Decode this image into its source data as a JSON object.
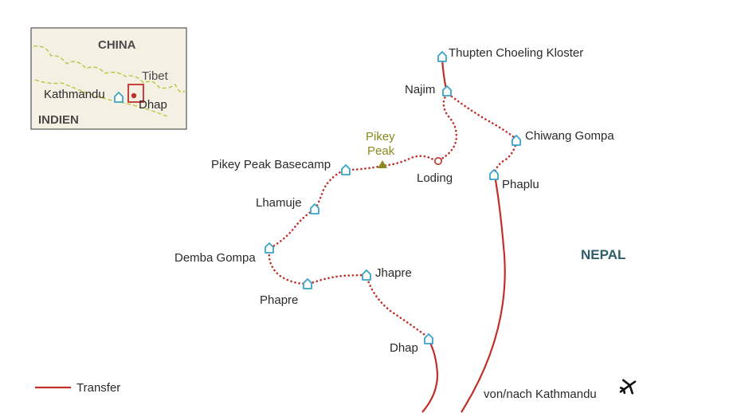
{
  "map": {
    "region_label": "NEPAL",
    "colors": {
      "route": "#c0302a",
      "hut": "#3aa3c7",
      "peak": "#8a8a1e",
      "inset_bg": "#f4f1e4",
      "border": "#b8c238",
      "region_text": "#2f5d6a"
    }
  },
  "places": {
    "thupten": "Thupten Choeling Kloster",
    "najim": "Najim",
    "chiwang": "Chiwang Gompa",
    "phaplu": "Phaplu",
    "loding": "Loding",
    "pikey_base": "Pikey Peak Basecamp",
    "pikey_peak_line1": "Pikey",
    "pikey_peak_line2": "Peak",
    "lhamuje": "Lhamuje",
    "demba": "Demba Gompa",
    "phapre": "Phapre",
    "jhapre": "Jhapre",
    "dhap": "Dhap",
    "kathmandu_air": "von/nach Kathmandu"
  },
  "legend": {
    "transfer_label": "Transfer"
  },
  "inset": {
    "china": "CHINA",
    "tibet": "Tibet",
    "kathmandu": "Kathmandu",
    "dhap": "Dhap",
    "indien": "INDIEN"
  }
}
